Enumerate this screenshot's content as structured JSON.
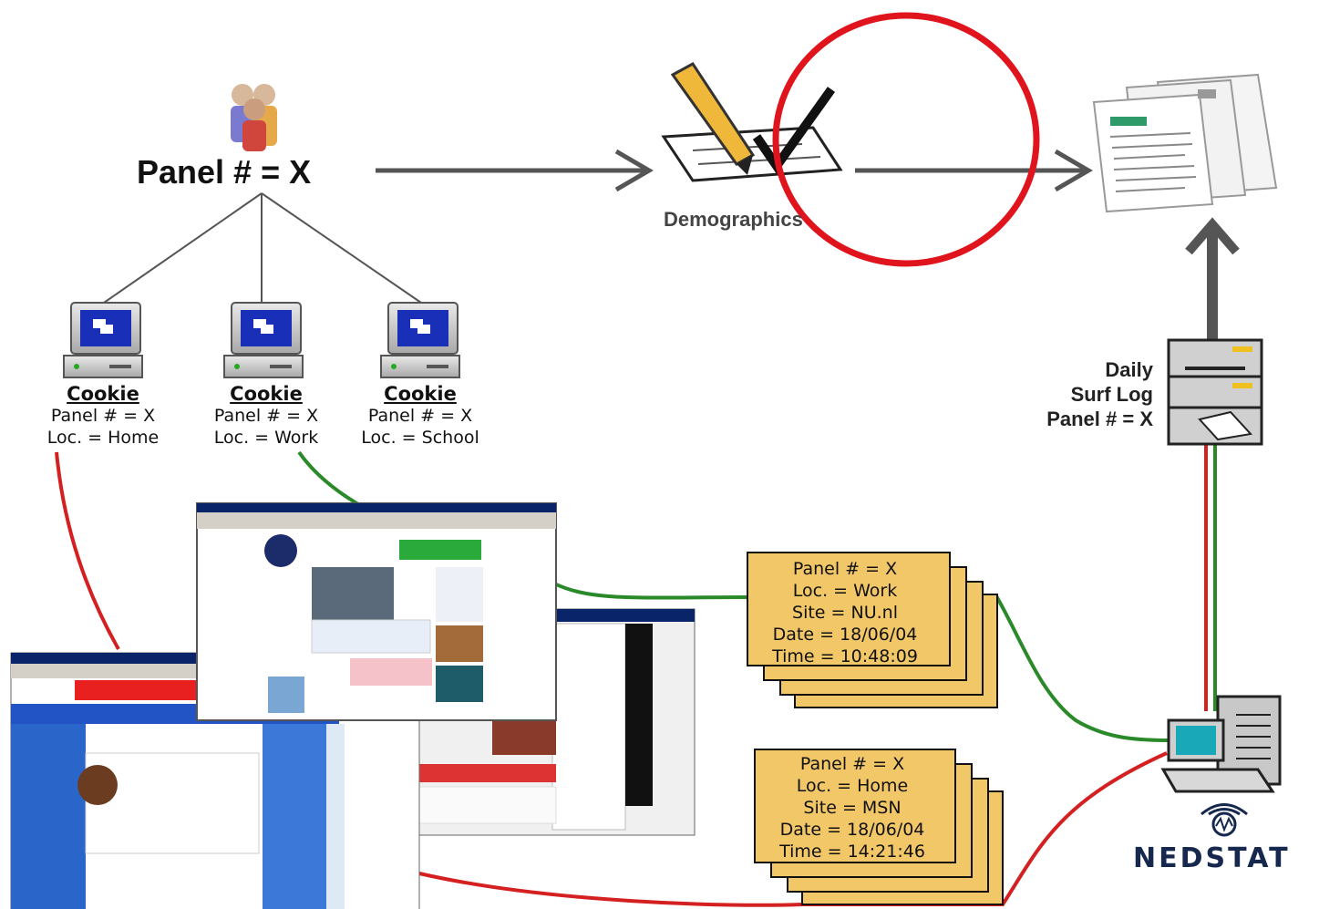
{
  "panel_title": "Panel # = X",
  "demographics_label": "Demographics",
  "cookies": [
    {
      "heading": "Cookie",
      "panel": "Panel # = X",
      "loc": "Loc. = Home"
    },
    {
      "heading": "Cookie",
      "panel": "Panel # = X",
      "loc": "Loc. = Work"
    },
    {
      "heading": "Cookie",
      "panel": "Panel # = X",
      "loc": "Loc. = School"
    }
  ],
  "surf_log": {
    "line1": "Daily",
    "line2": "Surf Log",
    "line3": "Panel # = X"
  },
  "records": [
    {
      "panel": "Panel # = X",
      "loc": "Loc. = Work",
      "site": "Site = NU.nl",
      "date": "Date = 18/06/04",
      "time": "Time = 10:48:09"
    },
    {
      "panel": "Panel # = X",
      "loc": "Loc. = Home",
      "site": "Site = MSN",
      "date": "Date = 18/06/04",
      "time": "Time = 14:21:46"
    }
  ],
  "brand": "NEDSTAT",
  "colors": {
    "card": "#f2c768",
    "red_line": "#d42020",
    "green_line": "#2a8a2a",
    "circle": "#e0141c",
    "arrow": "#555555"
  }
}
